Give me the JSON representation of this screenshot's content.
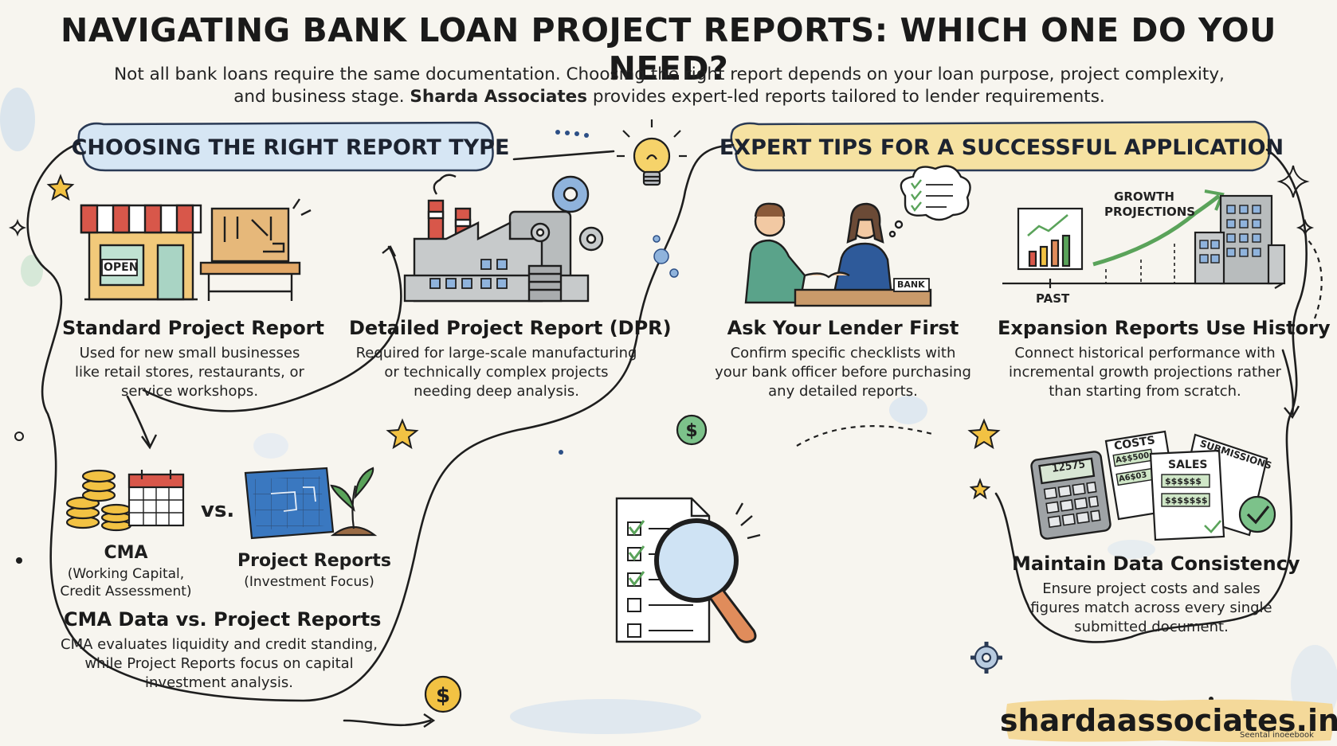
{
  "title": "NAVIGATING BANK LOAN PROJECT REPORTS: WHICH ONE DO YOU NEED?",
  "subtitle": {
    "line1": "Not all bank loans require the same documentation. Choosing the right report depends on your loan purpose, project complexity,",
    "line2_pre": "and business stage. ",
    "line2_bold": "Sharda Associates",
    "line2_post": " provides expert-led reports tailored to lender requirements."
  },
  "left_section": {
    "banner": "CHOOSING THE RIGHT REPORT TYPE",
    "standard": {
      "title": "Standard Project Report",
      "desc": [
        "Used for new small businesses",
        "like retail stores, restaurants, or",
        "service workshops."
      ],
      "shop_sign": "OPEN"
    },
    "dpr": {
      "title": "Detailed Project Report (DPR)",
      "desc": [
        "Required for large-scale manufacturing",
        "or technically complex projects",
        "needing deep analysis."
      ]
    },
    "cma": {
      "cma_label": "CMA",
      "cma_sub": [
        "(Working Capital,",
        "Credit Assessment)"
      ],
      "vs": "vs.",
      "pr_label": "Project Reports",
      "pr_sub": "(Investment Focus)",
      "title": "CMA Data vs. Project Reports",
      "desc": [
        "CMA evaluates liquidity and credit standing,",
        "while Project Reports focus on capital",
        "investment analysis."
      ]
    }
  },
  "right_section": {
    "banner": "EXPERT TIPS FOR A SUCCESSFUL APPLICATION",
    "lender": {
      "title": "Ask Your Lender First",
      "desc": [
        "Confirm specific checklists with",
        "your bank officer before purchasing",
        "any detailed reports."
      ],
      "desk_sign": "BANK"
    },
    "expansion": {
      "title": "Expansion Reports Use History",
      "desc": [
        "Connect historical performance with",
        "incremental growth projections rather",
        "than starting from scratch."
      ],
      "growth_label": [
        "GROWTH",
        "PROJECTIONS"
      ],
      "past_label": "PAST"
    },
    "consistency": {
      "title": "Maintain Data Consistency",
      "desc": [
        "Ensure project costs and sales",
        "figures match across every single",
        "submitted document."
      ],
      "doc_costs": "COSTS",
      "doc_costs_lines": [
        "A$$500",
        "A6$03"
      ],
      "doc_sales": "SALES",
      "doc_sales_lines": [
        "$$$$$$",
        "$$$$$$$"
      ],
      "doc_submissions": "SUBMISSIONS",
      "calc_display": "12575"
    }
  },
  "footer": {
    "website": "shardaassociates.in",
    "credit": "Seental inoeebook"
  },
  "colors": {
    "background": "#f7f5ef",
    "banner_left": "#d6e6f4",
    "banner_right": "#f6e2a2",
    "website_highlight": "#f4d99a",
    "ink": "#1e1e1e",
    "awning_red": "#d8574a",
    "shop_yellow": "#f1c97a",
    "factory_gray": "#b8bcbd",
    "green": "#5aa35a",
    "blue_accent": "#3a78c0",
    "star_yellow": "#f2c243"
  }
}
